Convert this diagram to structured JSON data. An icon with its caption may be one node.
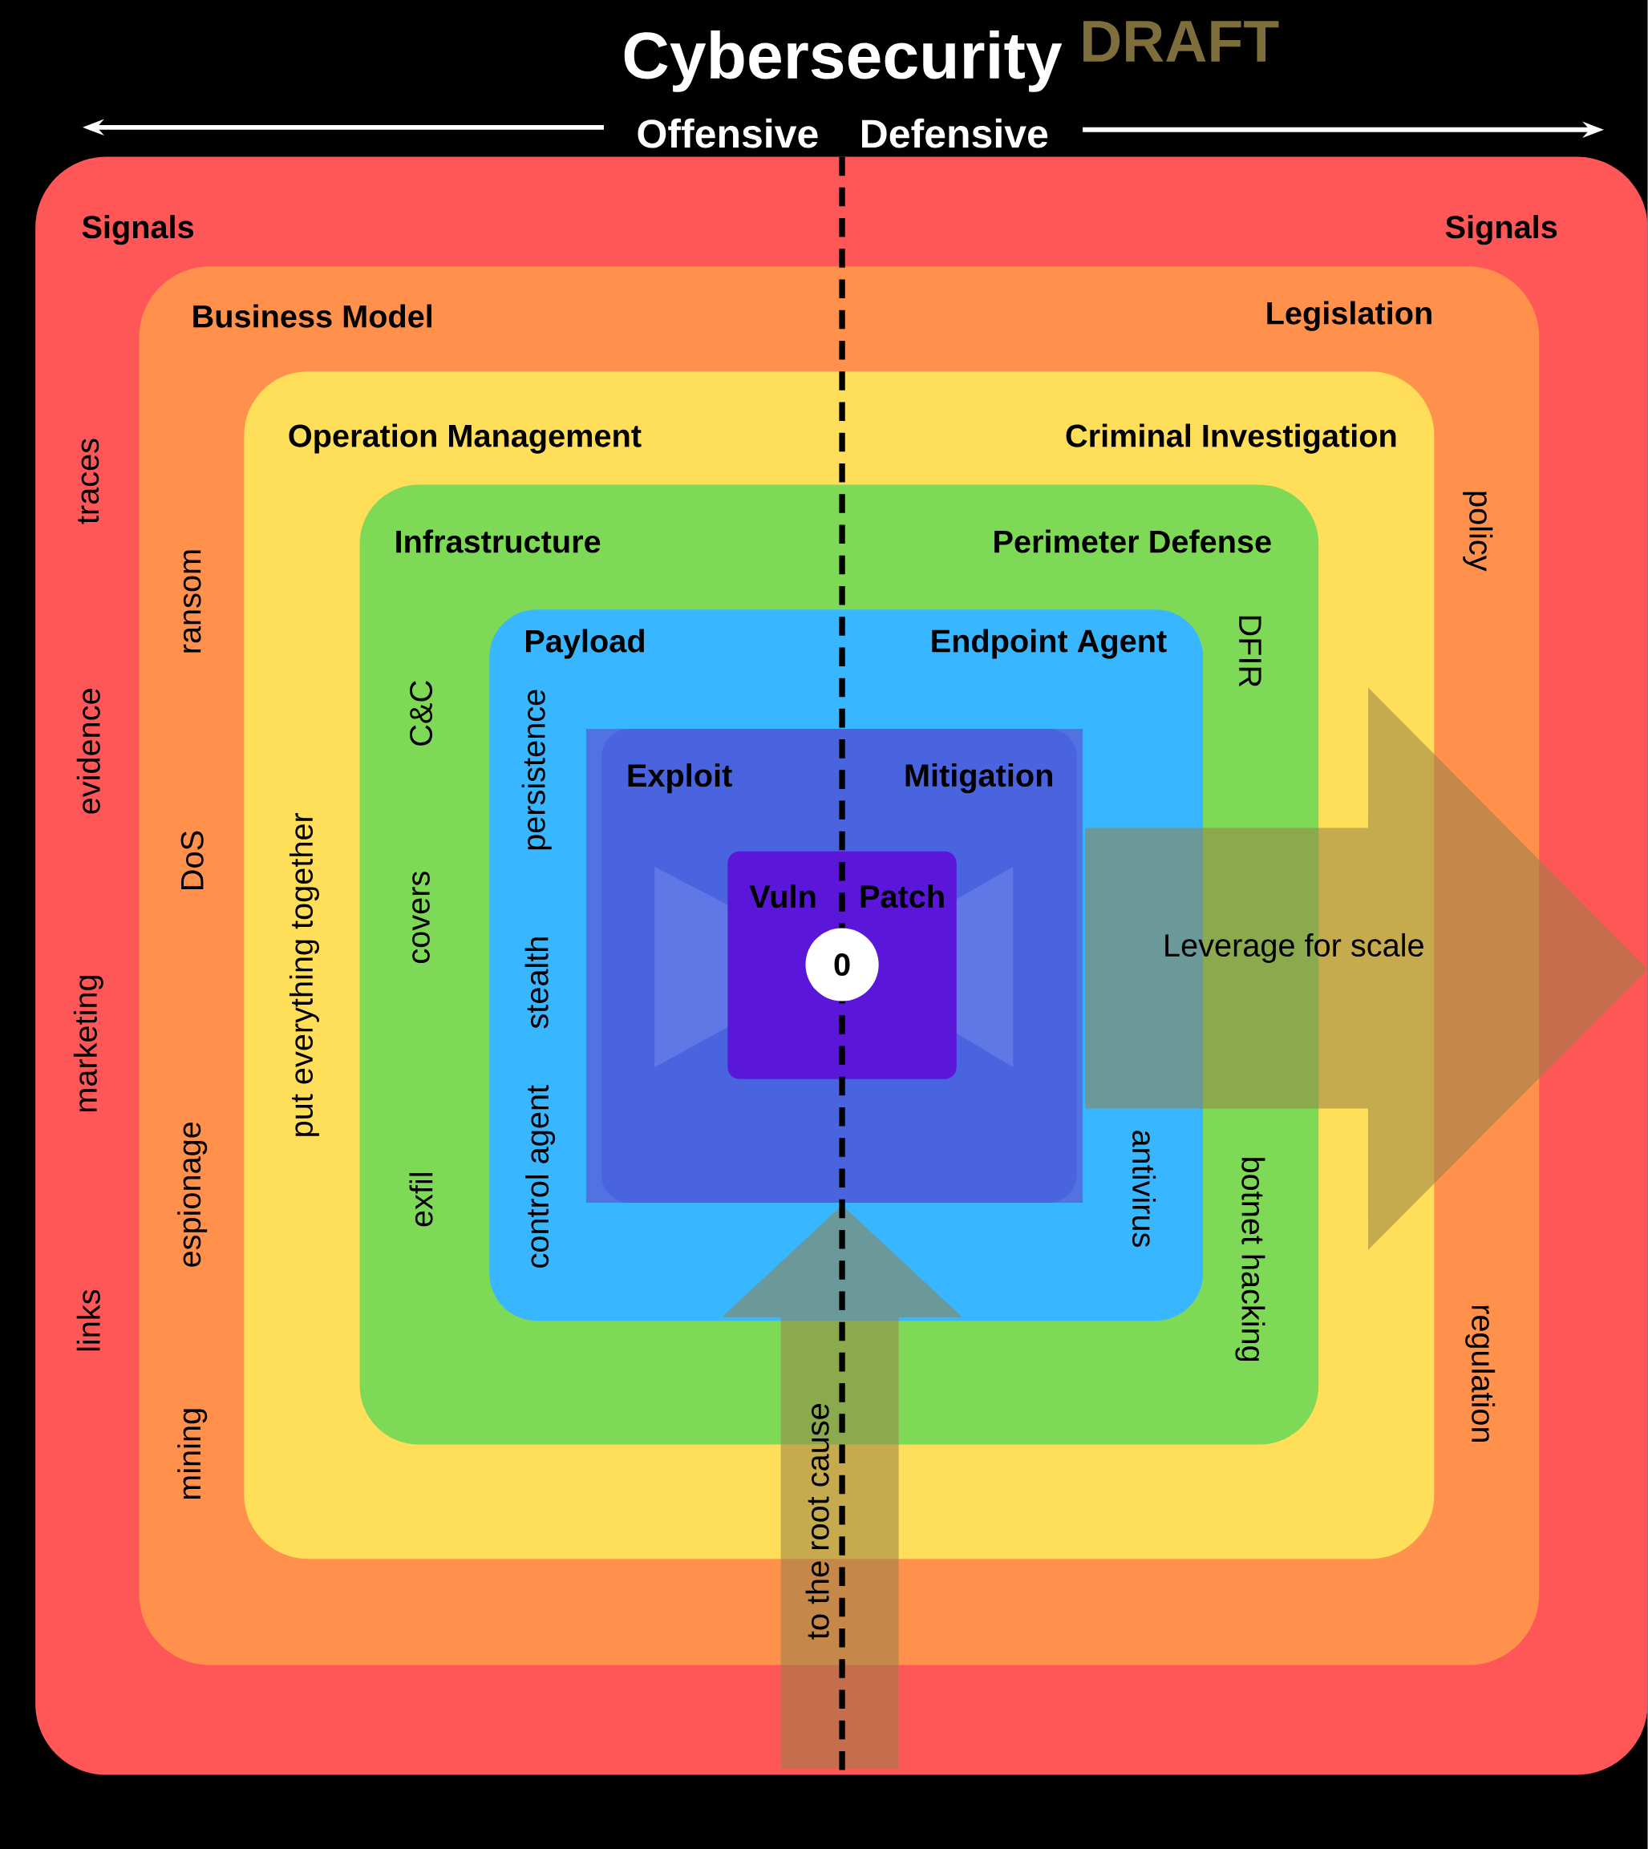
{
  "diagram": {
    "title": "Cybersecurity",
    "nodes": [
      {
        "text": [
          "Signals",
          "Signals",
          "traces",
          "evidence",
          "marketing",
          "links"
        ]
      },
      {
        "text": [
          "Business Model",
          "Legislation",
          "ransom",
          "DoS",
          "espionage",
          "mining",
          "policy",
          "regulation"
        ],
        "in": 0
      },
      {
        "text": [
          "Operation Management",
          "Criminal Investigation",
          "put everything together"
        ],
        "in": 1
      },
      {
        "text": [
          "Infrastructure",
          "Perimeter Defense",
          "C&C",
          "covers",
          "exfil",
          "DFIR",
          "botnet hacking"
        ],
        "in": 2
      },
      {
        "text": [
          "Payload",
          "Endpoint Agent",
          "persistence",
          "stealth",
          "control agent",
          "antivirus"
        ],
        "in": 3
      },
      {
        "text": [
          "Exploit",
          "Mitigation"
        ],
        "in": 4
      },
      {
        "text": [
          "Vuln",
          "Patch"
        ],
        "in": 5
      },
      {
        "text": [
          "0"
        ],
        "in": 6
      },
      {
        "text": [
          "Leverage for scale"
        ],
        "in": 0
      },
      {
        "text": [
          "to the root cause"
        ],
        "in": 0
      }
    ],
    "labels": [
      "DRAFT",
      "Offensive",
      "Defensive"
    ]
  }
}
